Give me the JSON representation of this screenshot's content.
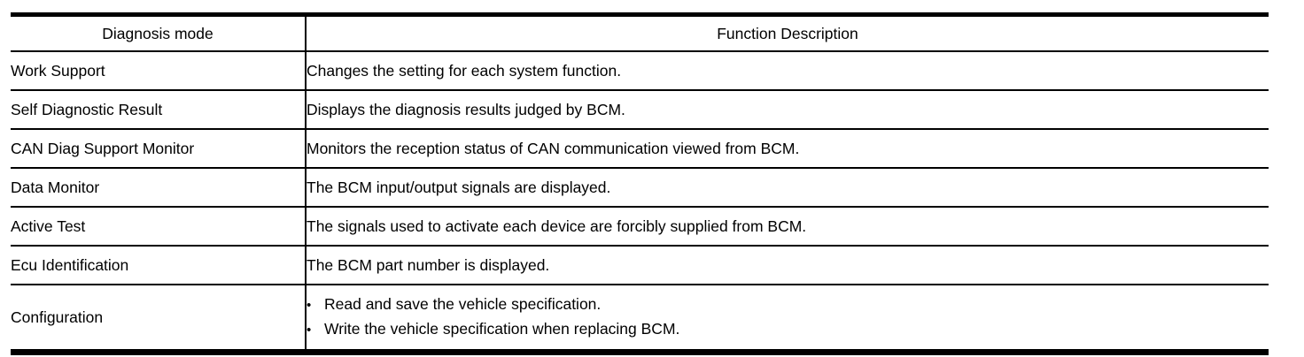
{
  "table": {
    "headers": {
      "mode": "Diagnosis mode",
      "description": "Function Description"
    },
    "rows": [
      {
        "mode": "Work Support",
        "description": "Changes the setting for each system function."
      },
      {
        "mode": "Self Diagnostic Result",
        "description": "Displays the diagnosis results judged by BCM."
      },
      {
        "mode": "CAN Diag Support Monitor",
        "description": "Monitors the reception status of CAN communication viewed from BCM."
      },
      {
        "mode": "Data Monitor",
        "description": "The BCM input/output signals are displayed."
      },
      {
        "mode": "Active Test",
        "description": "The signals used to activate each device are forcibly supplied from BCM."
      },
      {
        "mode": "Ecu Identification",
        "description": "The BCM part number is displayed."
      },
      {
        "mode": "Configuration",
        "bullets": [
          "Read and save the vehicle specification.",
          "Write the vehicle specification when replacing BCM."
        ]
      }
    ],
    "bullet_glyph": "•",
    "colors": {
      "border": "#000000",
      "text": "#000000",
      "background": "#ffffff"
    }
  }
}
